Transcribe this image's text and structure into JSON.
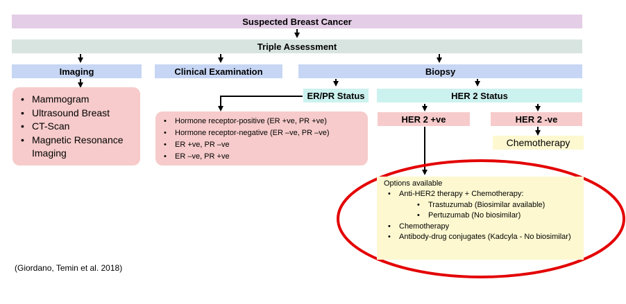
{
  "colors": {
    "lavender": "#e4cde6",
    "sage": "#d8e4e0",
    "blue": "#c7d6f4",
    "pink": "#f7cbcb",
    "mint": "#ccf2ef",
    "yellow": "#fdf8d0",
    "red_outline": "#e30000"
  },
  "top": {
    "title": "Suspected Breast Cancer"
  },
  "triple": {
    "title": "Triple Assessment"
  },
  "branches": {
    "imaging": "Imaging",
    "clinical": "Clinical Examination",
    "biopsy": "Biopsy"
  },
  "imaging_list": [
    "Mammogram",
    "Ultrasound Breast",
    "CT-Scan",
    "Magnetic Resonance Imaging"
  ],
  "er_pr": {
    "title": "ER/PR Status",
    "items": [
      "Hormone receptor-positive  (ER +ve, PR +ve)",
      "Hormone receptor-negative  (ER –ve, PR –ve)",
      "ER +ve, PR –ve",
      "ER –ve, PR +ve"
    ]
  },
  "her2": {
    "title": "HER 2 Status",
    "positive": "HER 2 +ve",
    "negative": "HER 2 -ve",
    "chemo": "Chemotherapy"
  },
  "options": {
    "heading": "Options available",
    "item1": "Anti-HER2 therapy  + Chemotherapy:",
    "sub": [
      "Trastuzumab (Biosimilar available)",
      "Pertuzumab (No biosimilar)"
    ],
    "item2": "Chemotherapy",
    "item3": "Antibody-drug conjugates (Kadcyla - No biosimilar)"
  },
  "citation": "(Giordano, Temin et al. 2018)"
}
